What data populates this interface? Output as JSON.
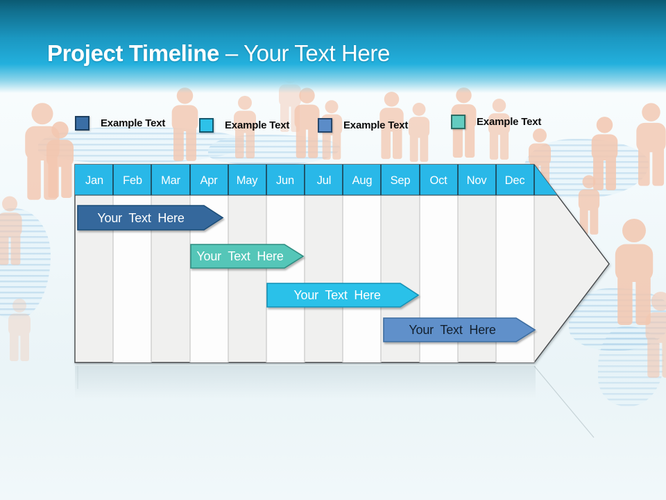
{
  "slide": {
    "title_bold": "Project Timeline",
    "title_light": "– Your Text Here"
  },
  "legend": {
    "items": [
      {
        "label": "Example Text",
        "color": "#3a6ea5",
        "border": "#1c3e5e"
      },
      {
        "label": "Example Text",
        "color": "#2ec1e9",
        "border": "#14586e"
      },
      {
        "label": "Example Text",
        "color": "#5b8cc8",
        "border": "#26476c"
      },
      {
        "label": "Example Text",
        "color": "#63ccc0",
        "border": "#2d6d64"
      }
    ]
  },
  "timeline": {
    "header_color": "#29b8e8",
    "months": [
      "Jan",
      "Feb",
      "Mar",
      "Apr",
      "May",
      "Jun",
      "Jul",
      "Aug",
      "Sep",
      "Oct",
      "Nov",
      "Dec"
    ],
    "bars": [
      {
        "label": "Your Text Here",
        "start_month": "Jan",
        "end_month": "Apr",
        "fill": "#34689c",
        "stroke": "#1d4d77",
        "text_color": "#ffffff"
      },
      {
        "label": "Your Text Here",
        "start_month": "Apr",
        "end_month": "Jun",
        "fill": "#55c6b8",
        "stroke": "#2f8c80",
        "text_color": "#ffffff"
      },
      {
        "label": "Your Text Here",
        "start_month": "Jun",
        "end_month": "Sep",
        "fill": "#29c1e9",
        "stroke": "#1591b5",
        "text_color": "#ffffff"
      },
      {
        "label": "Your Text Here",
        "start_month": "Sep",
        "end_month": "Dec",
        "fill": "#6190ca",
        "stroke": "#3c6da0",
        "text_color": "#13202e"
      }
    ]
  }
}
